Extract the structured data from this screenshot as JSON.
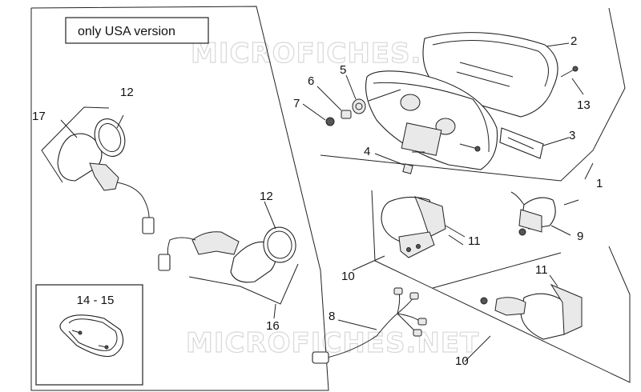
{
  "note_box": {
    "text": "only USA version"
  },
  "watermark": "MICROFICHES.NET",
  "callouts": {
    "c1": "1",
    "c2": "2",
    "c3": "3",
    "c4": "4",
    "c5": "5",
    "c6": "6",
    "c7": "7",
    "c8": "8",
    "c9": "9",
    "c10a": "10",
    "c10b": "10",
    "c11a": "11",
    "c11b": "11",
    "c12a": "12",
    "c12b": "12",
    "c13": "13",
    "c14_15": "14 - 15",
    "c16": "16",
    "c17": "17"
  }
}
